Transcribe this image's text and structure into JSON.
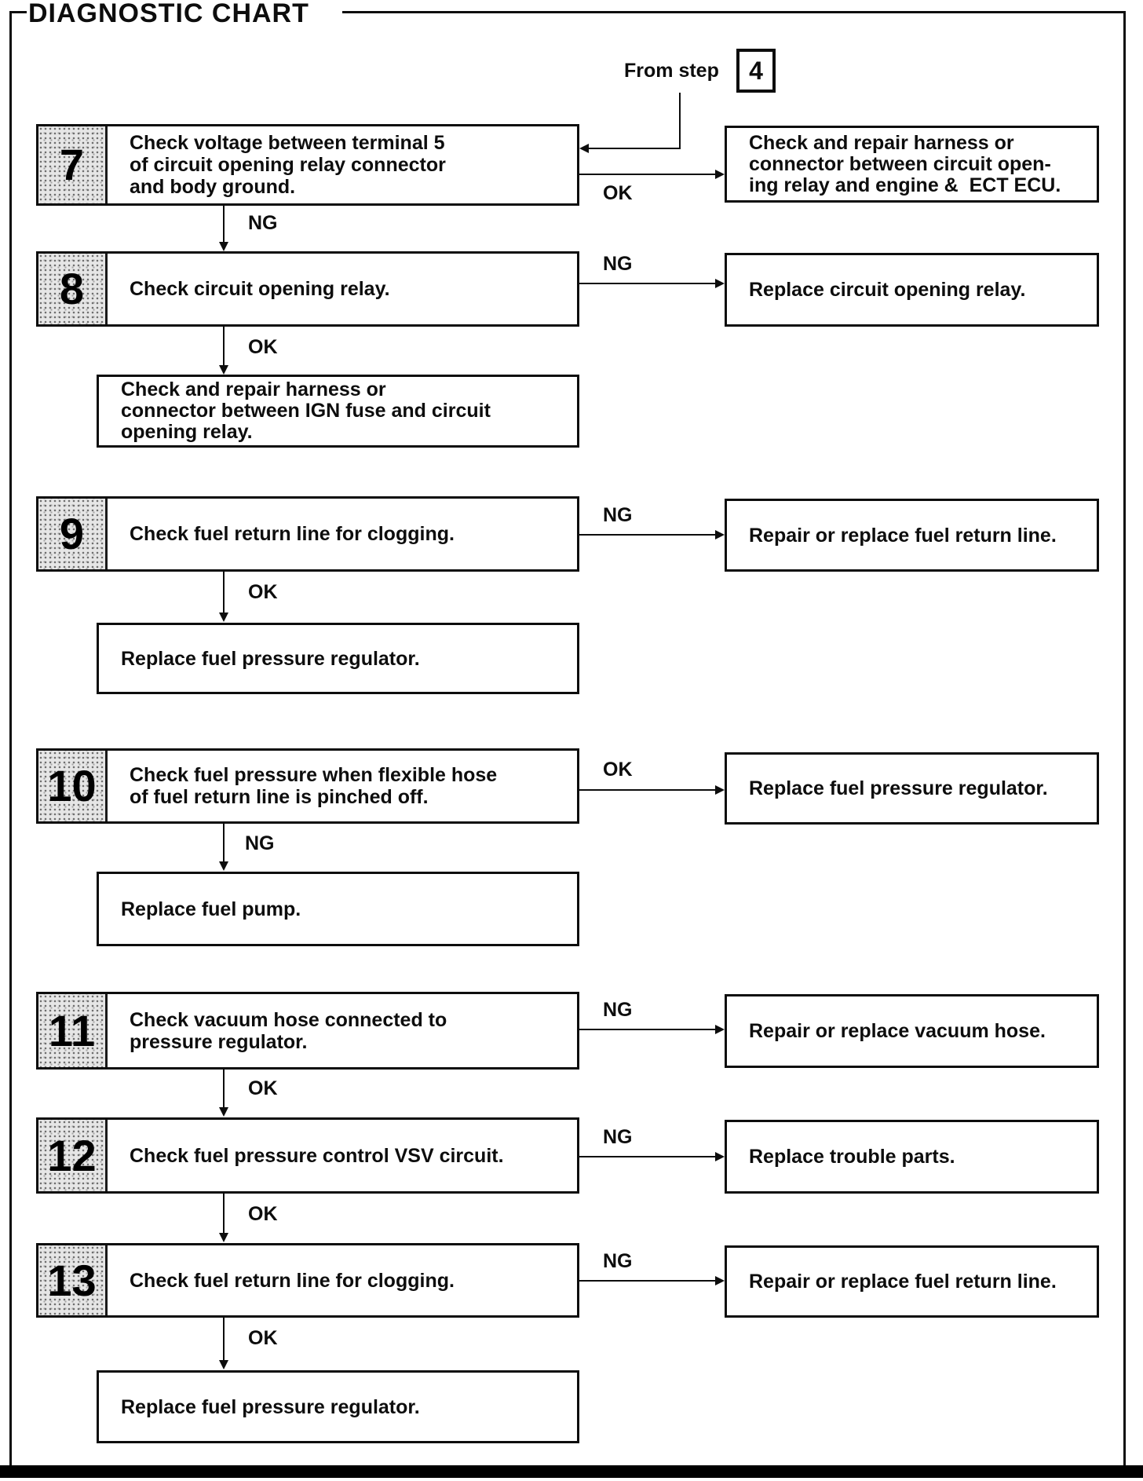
{
  "title": "DIAGNOSTIC CHART",
  "entry": {
    "label": "From step",
    "step_ref": "4"
  },
  "colors": {
    "ink": "#0d0d0d",
    "paper": "#ffffff"
  },
  "connectors": {
    "step7_ok": "OK",
    "step7_ng": "NG",
    "step8_ng": "NG",
    "step8_ok": "OK",
    "step9_ng": "NG",
    "step9_ok": "OK",
    "step10_ok": "OK",
    "step10_ng": "NG",
    "step11_ng": "NG",
    "step11_ok": "OK",
    "step12_ng": "NG",
    "step12_ok": "OK",
    "step13_ng": "NG",
    "step13_ok": "OK"
  },
  "nodes": {
    "step7": {
      "number": "7",
      "lines": [
        "Check voltage between terminal 5",
        "of circuit opening relay connector",
        "and body ground."
      ]
    },
    "result7": {
      "lines": [
        "Check and repair harness or",
        "connector between circuit open-",
        "ing relay and engine &  ECT ECU."
      ]
    },
    "step8": {
      "number": "8",
      "lines": [
        "Check circuit opening relay."
      ]
    },
    "result8": {
      "lines": [
        "Replace circuit opening relay."
      ]
    },
    "action8ok": {
      "lines": [
        "Check and repair harness or",
        "connector between IGN fuse and circuit",
        "opening relay."
      ]
    },
    "step9": {
      "number": "9",
      "lines": [
        "Check fuel return line for clogging."
      ]
    },
    "result9": {
      "lines": [
        "Repair or replace fuel return line."
      ]
    },
    "action9ok": {
      "lines": [
        "Replace fuel pressure regulator."
      ]
    },
    "step10": {
      "number": "10",
      "lines": [
        "Check fuel pressure when flexible hose",
        "of fuel return line is pinched off."
      ]
    },
    "result10": {
      "lines": [
        "Replace fuel pressure regulator."
      ]
    },
    "action10ng": {
      "lines": [
        "Replace fuel pump."
      ]
    },
    "step11": {
      "number": "11",
      "lines": [
        "Check vacuum hose connected to",
        "pressure regulator."
      ]
    },
    "result11": {
      "lines": [
        "Repair or replace vacuum hose."
      ]
    },
    "step12": {
      "number": "12",
      "lines": [
        "Check fuel pressure control VSV circuit."
      ]
    },
    "result12": {
      "lines": [
        "Replace trouble parts."
      ]
    },
    "step13": {
      "number": "13",
      "lines": [
        "Check fuel return line for clogging."
      ]
    },
    "result13": {
      "lines": [
        "Repair or replace fuel return line."
      ]
    },
    "action13ok": {
      "lines": [
        "Replace fuel pressure regulator."
      ]
    }
  }
}
